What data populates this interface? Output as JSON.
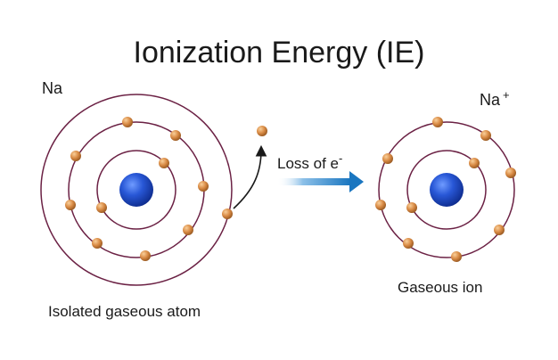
{
  "title": "Ionization Energy (IE)",
  "left_atom": {
    "symbol": "Na",
    "caption": "Isolated gaseous atom"
  },
  "right_atom": {
    "symbol": "Na",
    "charge": "+",
    "caption": "Gaseous ion"
  },
  "process": {
    "label": "Loss of e",
    "label_superscript": "-"
  },
  "colors": {
    "orbit": "#6b2144",
    "nucleus": "#1f49c4",
    "electron": "#d98b45",
    "process_arrow": "#1a76c0",
    "ejection_arrow": "#1a1a1a"
  }
}
